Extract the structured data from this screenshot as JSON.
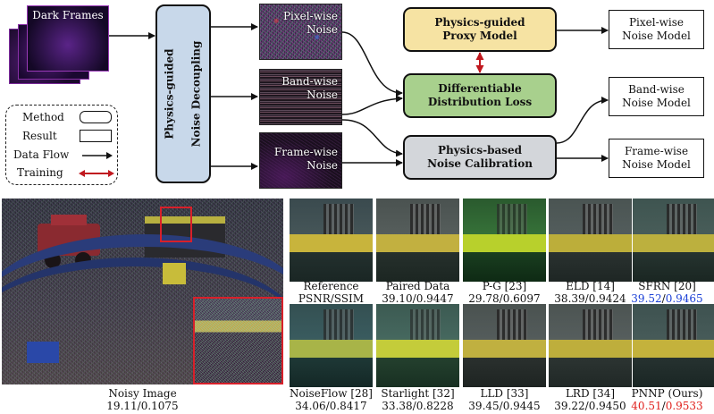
{
  "pipeline": {
    "dark_frames": "Dark Frames",
    "decoupling": [
      "Physics-guided",
      "Noise Decoupling"
    ],
    "pixel_noise": [
      "Pixel-wise",
      "Noise"
    ],
    "band_noise": [
      "Band-wise",
      "Noise"
    ],
    "frame_noise": [
      "Frame-wise",
      "Noise"
    ],
    "proxy_model": [
      "Physics-guided",
      "Proxy Model"
    ],
    "distribution_loss": [
      "Differentiable",
      "Distribution Loss"
    ],
    "calibration": [
      "Physics-based",
      "Noise Calibration"
    ],
    "pixel_model": [
      "Pixel-wise",
      "Noise Model"
    ],
    "band_model": [
      "Band-wise",
      "Noise Model"
    ],
    "frame_model": [
      "Frame-wise",
      "Noise Model"
    ]
  },
  "legend": {
    "method": "Method",
    "result": "Result",
    "data_flow": "Data Flow",
    "training": "Training"
  },
  "noisy": {
    "name": "Noisy Image",
    "metric": "19.11/0.1075"
  },
  "results_top": [
    {
      "name": "Reference",
      "metric": "PSNR/SSIM"
    },
    {
      "name": "Paired Data",
      "metric": "39.10/0.9447"
    },
    {
      "name": "P-G [23]",
      "metric": "29.78/0.6097"
    },
    {
      "name": "ELD [14]",
      "metric": "38.39/0.9424"
    },
    {
      "name": "SFRN [20]",
      "psnr": "39.52",
      "sep": "/",
      "ssim": "0.9465"
    }
  ],
  "results_bottom": [
    {
      "name": "NoiseFlow [28]",
      "metric": "34.06/0.8417"
    },
    {
      "name": "Starlight [32]",
      "metric": "33.38/0.8228"
    },
    {
      "name": "LLD [33]",
      "metric": "39.45/0.9445"
    },
    {
      "name": "LRD [34]",
      "metric": "39.22/0.9450"
    },
    {
      "name": "PNNP (Ours)",
      "psnr": "40.51",
      "sep": "/",
      "ssim": "0.9533"
    }
  ],
  "colors": {
    "method_box": "#c8d8ea",
    "proxy_box": "#f6e3a3",
    "loss_box": "#a8d08d",
    "calibration_box": "#d3d6da",
    "training_arrow": "#c0181f",
    "second_best": "#1a3fd6",
    "best": "#e0201c"
  }
}
